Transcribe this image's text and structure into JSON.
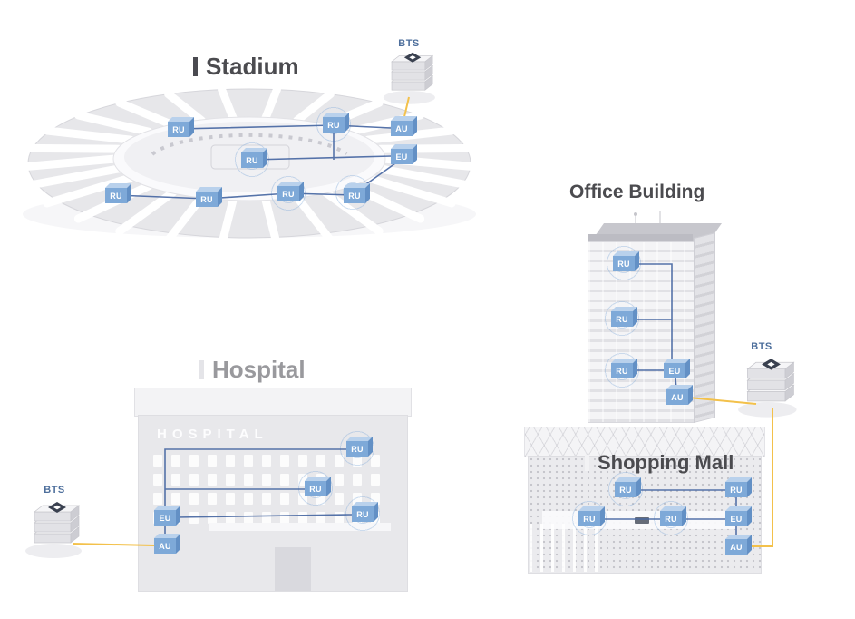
{
  "colors": {
    "node_blue": "#7ea9d8",
    "line_blue": "#4868a3",
    "bts_yellow": "#f3c14b"
  },
  "scenes": {
    "stadium": {
      "title": "Stadium",
      "bts_label": "BTS",
      "nodes": {
        "ru1": "RU",
        "ru2": "RU",
        "ru3": "RU",
        "ru4": "RU",
        "ru5": "RU",
        "ru6": "RU",
        "ru7": "RU",
        "au": "AU",
        "eu": "EU"
      }
    },
    "office_building": {
      "title": "Office Building",
      "bts_label": "BTS",
      "nodes": {
        "ru1": "RU",
        "ru2": "RU",
        "ru3": "RU",
        "eu": "EU",
        "au": "AU"
      }
    },
    "hospital": {
      "title": "Hospital",
      "sign": "HOSPITAL",
      "bts_label": "BTS",
      "nodes": {
        "ru1": "RU",
        "ru2": "RU",
        "ru3": "RU",
        "eu": "EU",
        "au": "AU"
      }
    },
    "shopping_mall": {
      "title": "Shopping Mall",
      "nodes": {
        "ru1": "RU",
        "ru2": "RU",
        "ru3": "RU",
        "ru4": "RU",
        "eu": "EU",
        "au": "AU"
      }
    }
  }
}
